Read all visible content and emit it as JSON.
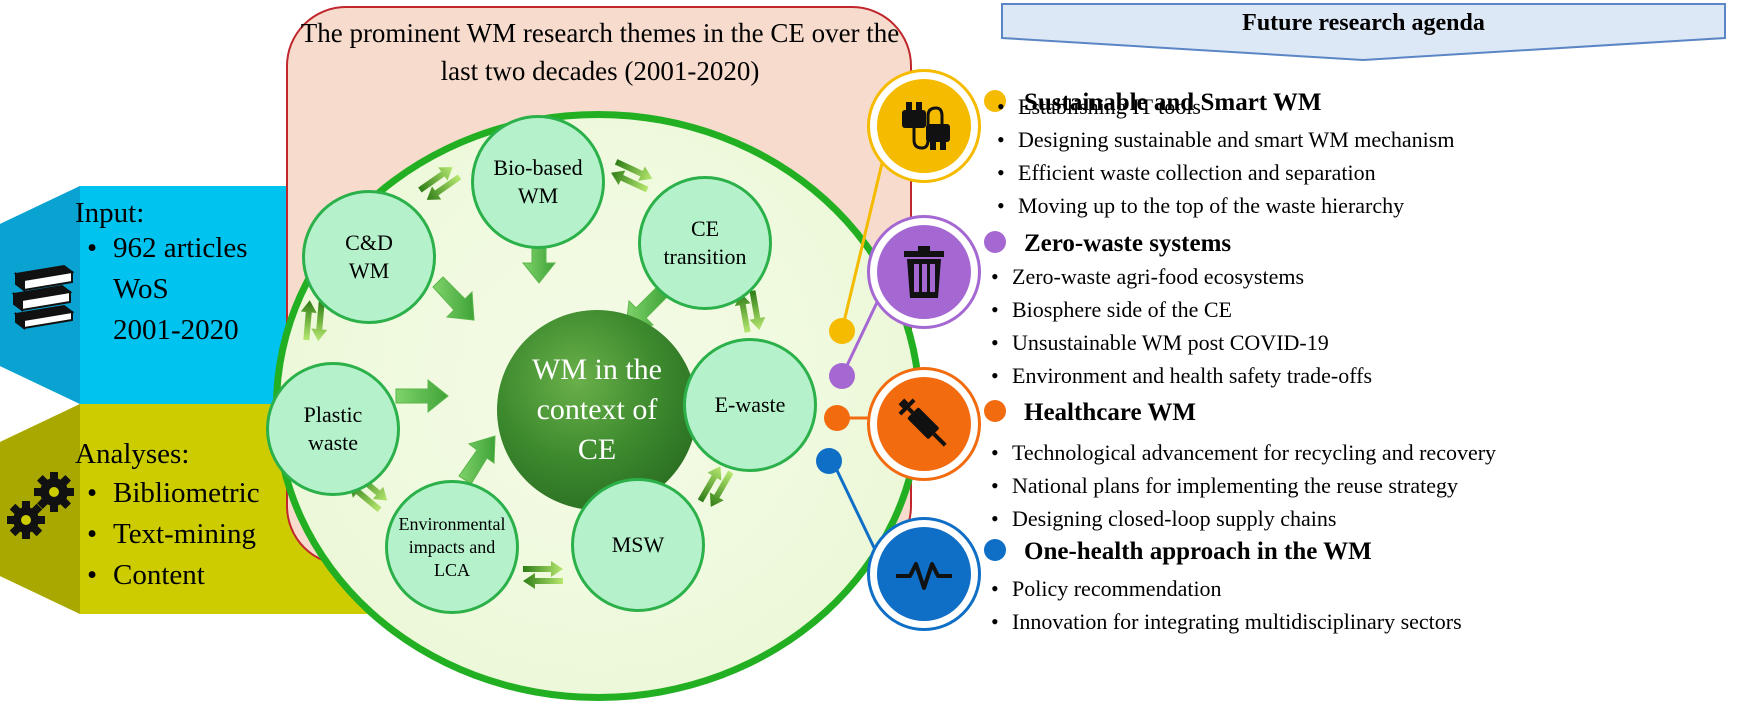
{
  "input": {
    "title": "Input:",
    "items": [
      "962 articles",
      "WoS",
      "2001-2020"
    ]
  },
  "analyses": {
    "title": "Analyses:",
    "items": [
      "Bibliometric",
      "Text-mining",
      "Content"
    ]
  },
  "themes": {
    "title": "The prominent WM research themes in the CE over the last two decades (2001-2020)",
    "center": "WM in the context of CE",
    "nodes": {
      "biobased": "Bio-based WM",
      "ce_transition": "CE transition",
      "ewaste": "E-waste",
      "msw": "MSW",
      "env": "Environmental impacts and LCA",
      "plastic": "Plastic waste",
      "cdwm": "C&D WM"
    }
  },
  "agenda": {
    "title": "Future research agenda",
    "sections": [
      {
        "heading": "Sustainable and Smart WM",
        "color": "#f5bb00",
        "icon": "cable-icon",
        "items": [
          "Establishing IT tools",
          "Designing sustainable and smart WM mechanism",
          "Efficient waste collection and separation",
          "Moving up to the top of the waste hierarchy"
        ]
      },
      {
        "heading": "Zero-waste systems",
        "color": "#a568d2",
        "icon": "trash-icon",
        "items": [
          "Zero-waste agri-food ecosystems",
          "Biosphere side of the CE",
          "Unsustainable WM post COVID-19",
          "Environment and health safety trade-offs"
        ]
      },
      {
        "heading": "Healthcare WM",
        "color": "#f26b0f",
        "icon": "syringe-icon",
        "items": [
          "Technological advancement for recycling and recovery",
          "National plans for implementing the reuse strategy",
          "Designing closed-loop supply chains"
        ]
      },
      {
        "heading": "One-health approach in the WM",
        "color": "#0f6fc6",
        "icon": "heartbeat-icon",
        "items": [
          "Policy recommendation",
          "Innovation for integrating multidisciplinary sectors"
        ]
      }
    ]
  }
}
